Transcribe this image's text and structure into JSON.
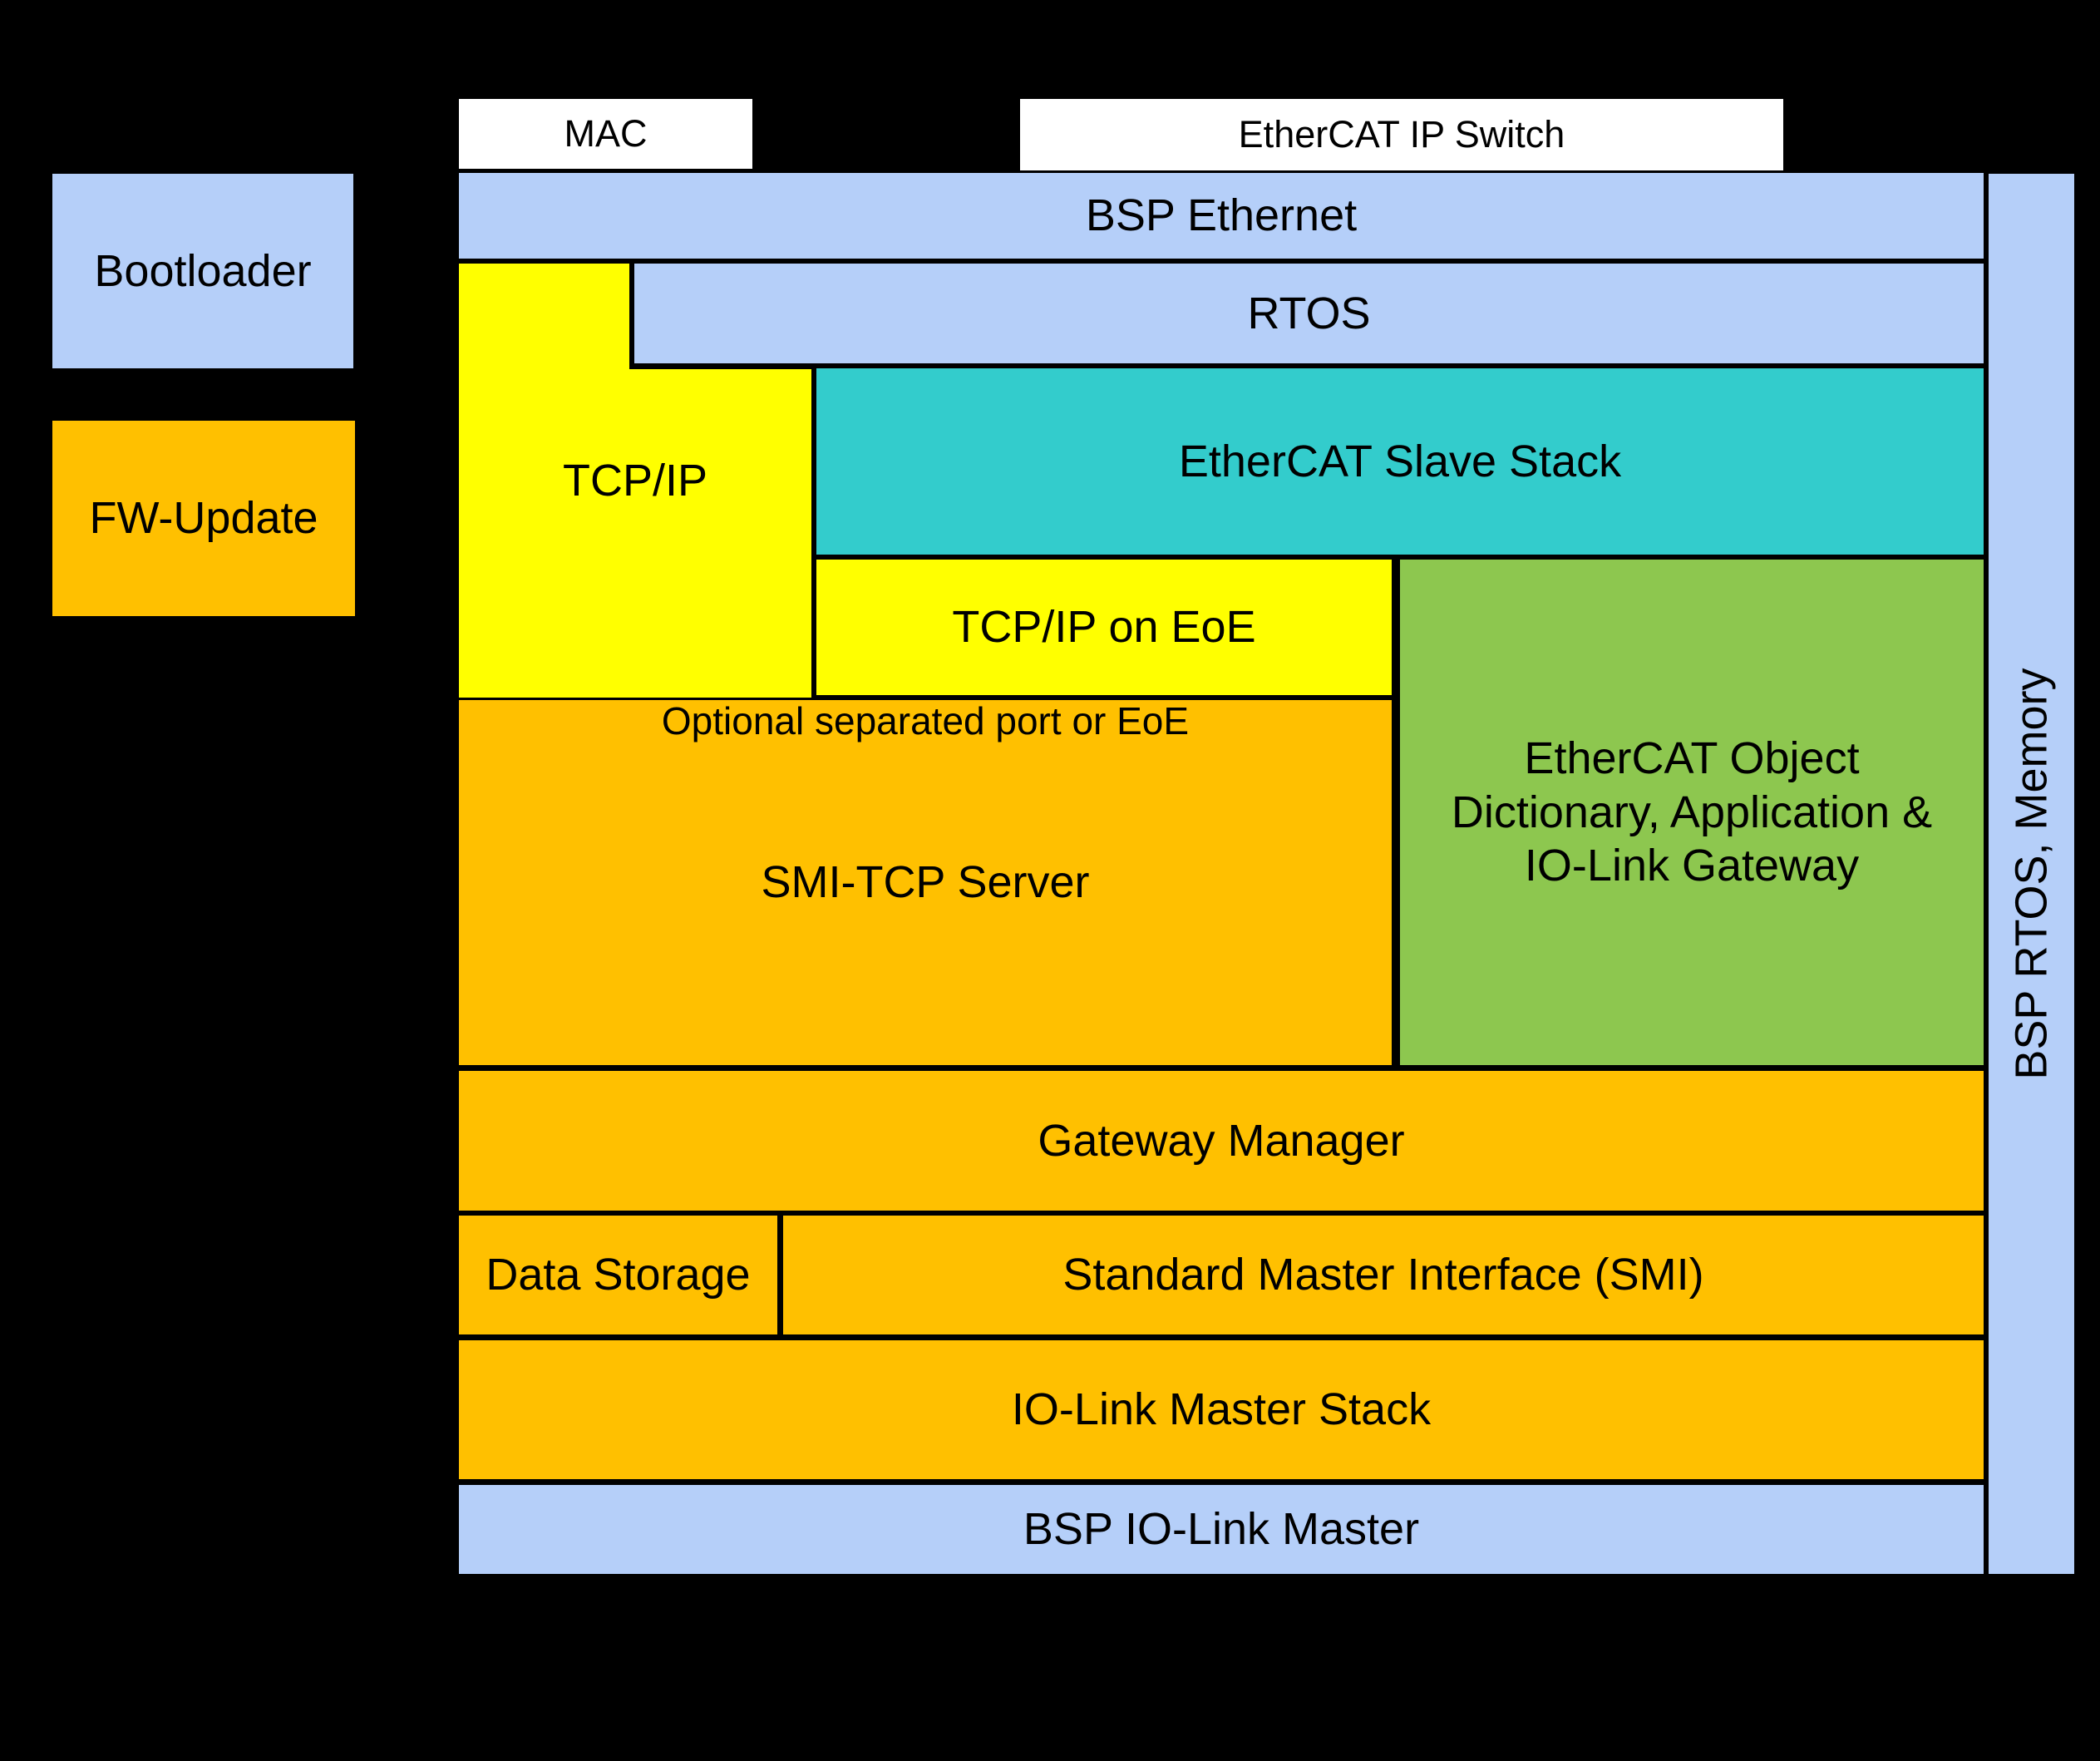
{
  "diagram": {
    "title_hint": "IO-Link Master / EtherCAT gateway software architecture stack",
    "colors": {
      "background": "#000000",
      "light_blue": "#B5CFF9",
      "orange": "#FFC000",
      "yellow": "#FFFF00",
      "teal": "#33CCCC",
      "green": "#8DC74F",
      "white": "#FFFFFF",
      "text": "#000000"
    },
    "nodes": {
      "bootloader": {
        "label": "Bootloader"
      },
      "fw_update": {
        "label": "FW-Update"
      },
      "mac": {
        "label": "MAC"
      },
      "ethercat_ip_switch": {
        "label": "EtherCAT IP Switch"
      },
      "bsp_ethernet": {
        "label": "BSP Ethernet"
      },
      "rtos": {
        "label": "RTOS"
      },
      "tcp_ip": {
        "label": "TCP/IP"
      },
      "ethercat_slave_stack": {
        "label": "EtherCAT Slave Stack"
      },
      "tcp_ip_on_eoe": {
        "label": "TCP/IP on EoE"
      },
      "optional_note": {
        "label": "Optional separated port or EoE"
      },
      "smi_tcp_server": {
        "label": "SMI-TCP Server"
      },
      "ethercat_object_dictionary": {
        "lines": [
          "EtherCAT Object",
          "Dictionary, Application &",
          "IO-Link Gateway"
        ]
      },
      "gateway_manager": {
        "label": "Gateway Manager"
      },
      "data_storage": {
        "label": "Data Storage"
      },
      "standard_master_interface": {
        "label": "Standard Master Interface (SMI)"
      },
      "io_link_master_stack": {
        "label": "IO-Link Master Stack"
      },
      "bsp_io_link_master": {
        "label": "BSP IO-Link Master"
      },
      "bsp_rtos_memory": {
        "label": "BSP RTOS, Memory"
      }
    }
  }
}
